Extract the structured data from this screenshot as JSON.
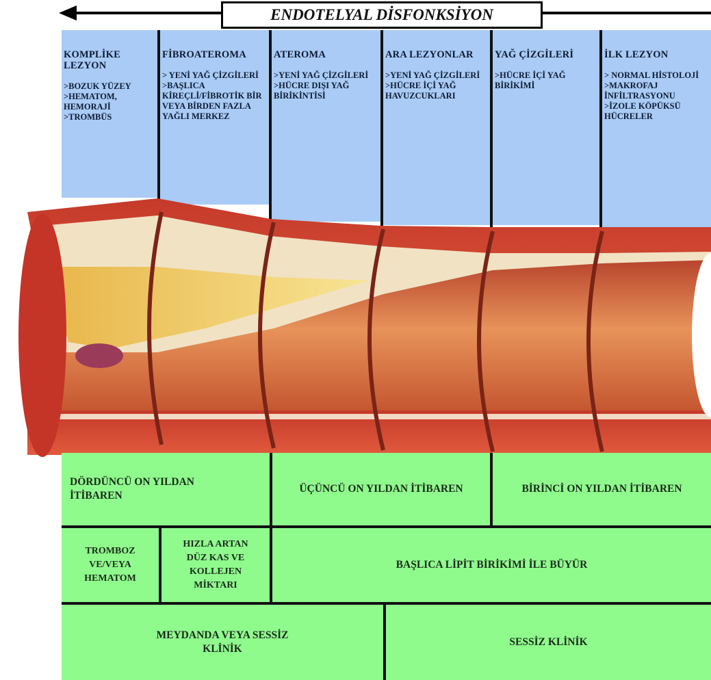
{
  "title": "ENDOTELYAL DİSFONKSİYON",
  "stages": [
    {
      "name": "KOMPLİKE LEZYON",
      "details": ">BOZUK YÜZEY\n>HEMATOM, HEMORAJİ\n>TROMBÜS"
    },
    {
      "name": "FİBROATEROMA",
      "details": "> YENİ YAĞ ÇİZGİLERİ\n>BAŞLICA KİREÇLİ/FİBROTİK BİR VEYA BİRDEN FAZLA YAĞLI MERKEZ"
    },
    {
      "name": "ATEROMA",
      "details": ">YENİ YAĞ ÇİZGİLERİ\n>HÜCRE DIŞI YAĞ BİRİKİNTİSİ"
    },
    {
      "name": "ARA LEZYONLAR",
      "details": ">YENİ YAĞ ÇİZGİLERİ\n>HÜCRE İÇİ YAĞ HAVUZCUKLARI"
    },
    {
      "name": "YAĞ ÇİZGİLERİ",
      "details": ">HÜCRE İÇİ YAĞ BİRİKİMİ"
    },
    {
      "name": "İLK LEZYON",
      "details": "> NORMAL HİSTOLOJİ\n>MAKROFAJ İNFİLTRASYONU\n>İZOLE KÖPÜKSÜ HÜCRELER"
    }
  ],
  "onset": [
    "DÖRDÜNCÜ ON YILDAN İTİBAREN",
    "ÜÇÜNCÜ ON YILDAN İTİBAREN",
    "BİRİNCİ ON YILDAN İTİBAREN"
  ],
  "growth": [
    "TROMBOZ VE/VEYA HEMATOM",
    "HIZLA ARTAN DÜZ KAS VE KOLLEJEN MİKTARI",
    "BAŞLICA LİPİT BİRİKİMİ İLE BÜYÜR"
  ],
  "clinical": [
    "MEYDANDA VEYA SESSİZ KLİNİK",
    "SESSİZ KLİNİK"
  ]
}
